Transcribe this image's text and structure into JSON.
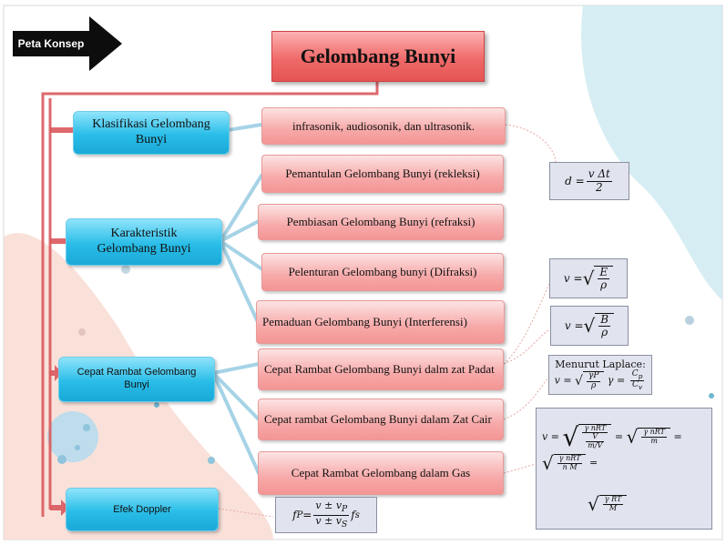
{
  "header": {
    "badge_label": "Peta Konsep"
  },
  "title": "Gelombang Bunyi",
  "categories": [
    {
      "label": "Klasifikasi Gelombang Bunyi"
    },
    {
      "label": "Karakteristik Gelombang Bunyi"
    },
    {
      "label": "Cepat Rambat Gelombang Bunyi"
    },
    {
      "label": "Efek Doppler"
    }
  ],
  "details": {
    "klasifikasi": "infrasonik, audiosonik, dan ultrasonik.",
    "pemantulan": "Pemantulan Gelombang Bunyi (rekleksi)",
    "pembiasan": "Pembiasan Gelombang Bunyi (refraksi)",
    "pelenturan": "Pelenturan Gelombang bunyi (Difraksi)",
    "pemaduan": "Pemaduan Gelombang Bunyi (Interferensi)",
    "padat": "Cepat Rambat Gelombang Bunyi dalm zat Padat",
    "cair": "Cepat rambat Gelombang Bunyi dalam Zat Cair",
    "gas": "Cepat Rambat Gelombang dalam Gas"
  },
  "formulas": {
    "laplace_label": "Menurut Laplace:"
  },
  "colors": {
    "title_fill": "#f06a6a",
    "category_fill": "#29bde8",
    "detail_fill": "#f7a9a9",
    "connector": "#d9595d",
    "formula_fill": "#e1e4ee"
  }
}
